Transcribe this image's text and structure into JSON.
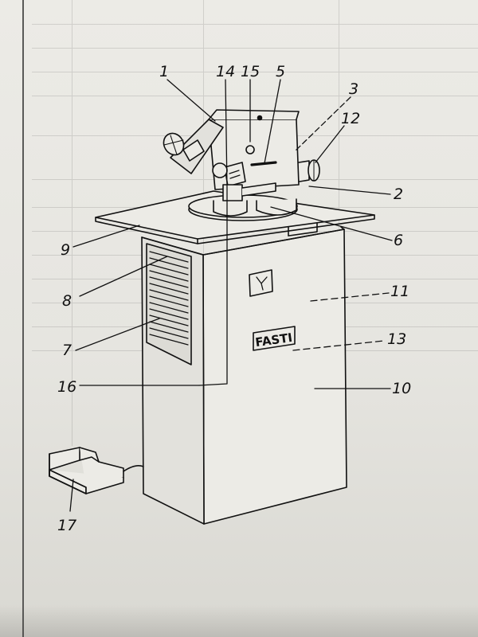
{
  "figure": {
    "callouts": [
      "1",
      "14",
      "15",
      "5",
      "3",
      "12",
      "2",
      "6",
      "9",
      "8",
      "7",
      "16",
      "11",
      "13",
      "10",
      "17"
    ],
    "brand_label": "FASTI"
  },
  "colors": {
    "paper": "#e9e8e3",
    "ink": "#111111"
  }
}
